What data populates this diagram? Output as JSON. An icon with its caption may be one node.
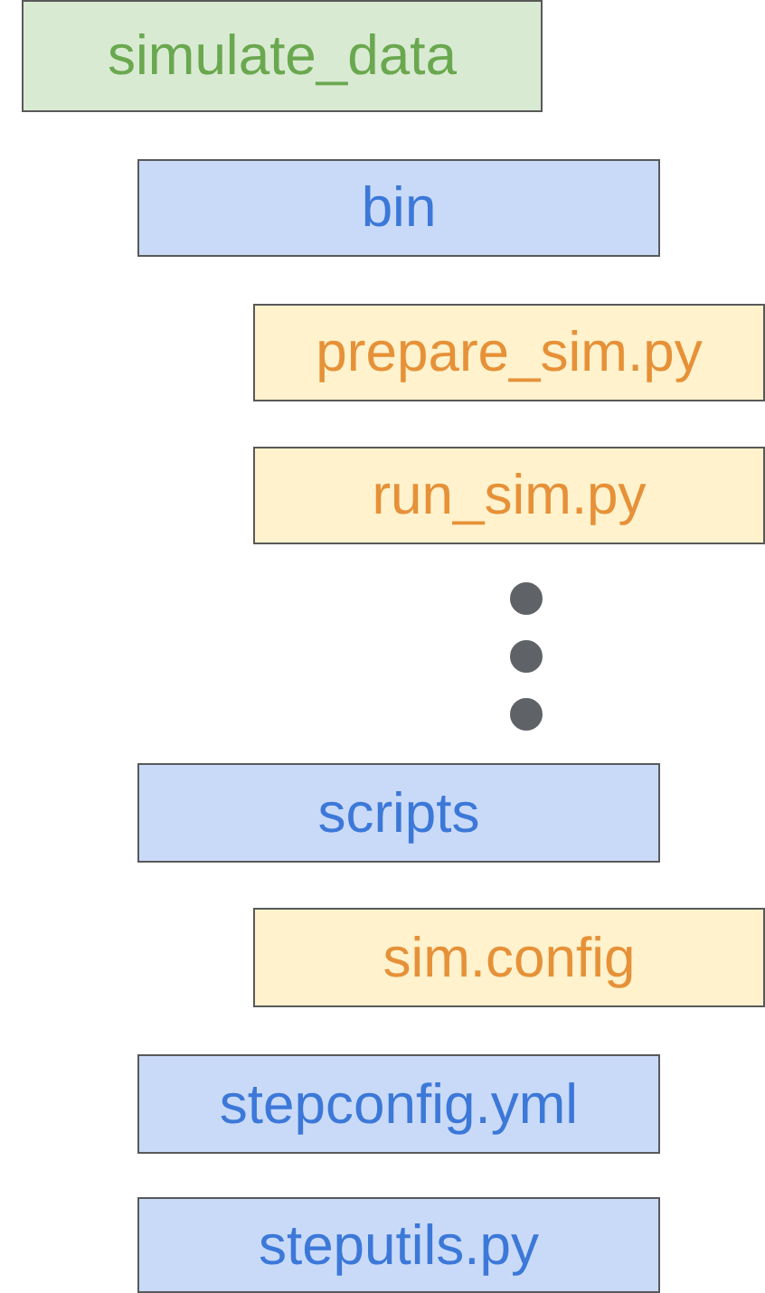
{
  "diagram": {
    "nodes": [
      {
        "text": [
          "simulate_data"
        ]
      },
      {
        "text": [
          "bin"
        ]
      },
      {
        "text": [
          "prepare_sim.py"
        ]
      },
      {
        "text": [
          "run_sim.py"
        ]
      },
      {
        "text": [
          "scripts"
        ]
      },
      {
        "text": [
          "sim.config"
        ]
      },
      {
        "text": [
          "stepconfig.yml"
        ]
      },
      {
        "text": [
          "steputils.py"
        ]
      }
    ]
  }
}
